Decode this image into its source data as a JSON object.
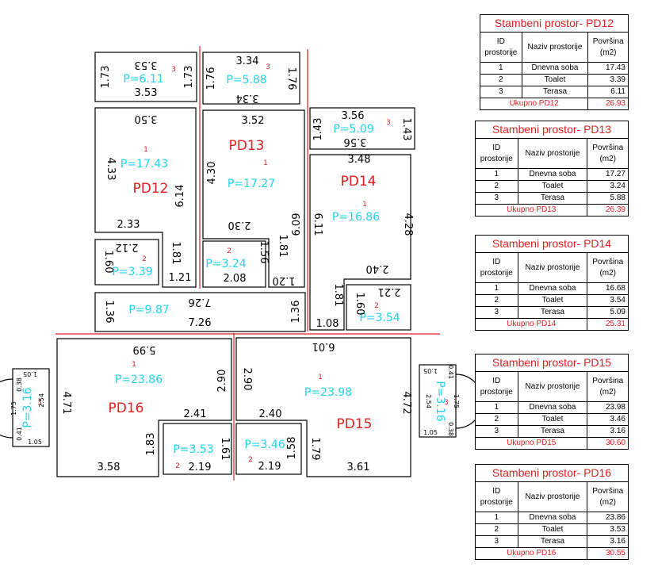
{
  "tables": [
    {
      "title": "Stambeni prostor- PD12",
      "headers": [
        "ID prostorije",
        "Naziv prostorije",
        "Površina (m2)"
      ],
      "rows": [
        [
          "1",
          "Dnevna soba",
          "17.43"
        ],
        [
          "2",
          "Toalet",
          "3.39"
        ],
        [
          "3",
          "Terasa",
          "6.11"
        ]
      ],
      "total_label": "Ukupno PD12",
      "total_value": "26.93"
    },
    {
      "title": "Stambeni prostor- PD13",
      "headers": [
        "ID prostorije",
        "Naziv prostorije",
        "Površina (m2)"
      ],
      "rows": [
        [
          "1",
          "Dnevna soba",
          "17.27"
        ],
        [
          "2",
          "Toalet",
          "3.24"
        ],
        [
          "3",
          "Terasa",
          "5.88"
        ]
      ],
      "total_label": "Ukupno PD13",
      "total_value": "26.39"
    },
    {
      "title": "Stambeni prostor- PD14",
      "headers": [
        "ID prostorije",
        "Naziv prostorije",
        "Površina (m2)"
      ],
      "rows": [
        [
          "1",
          "Dnevna soba",
          "16.68"
        ],
        [
          "2",
          "Toalet",
          "3.54"
        ],
        [
          "3",
          "Terasa",
          "5.09"
        ]
      ],
      "total_label": "Ukupno PD14",
      "total_value": "25.31"
    },
    {
      "title": "Stambeni prostor- PD15",
      "headers": [
        "ID prostorije",
        "Naziv prostorije",
        "Površina (m2)"
      ],
      "rows": [
        [
          "1",
          "Dnevna soba",
          "23.98"
        ],
        [
          "2",
          "Toalet",
          "3.46"
        ],
        [
          "3",
          "Terasa",
          "3.16"
        ]
      ],
      "total_label": "Ukupno PD15",
      "total_value": "30.60"
    },
    {
      "title": "Stambeni prostor- PD16",
      "headers": [
        "ID prostorije",
        "Naziv prostorije",
        "Površina (m2)"
      ],
      "rows": [
        [
          "1",
          "Dnevna soba",
          "23.86"
        ],
        [
          "2",
          "Toalet",
          "3.53"
        ],
        [
          "3",
          "Terasa",
          "3.16"
        ]
      ],
      "total_label": "Ukupno PD16",
      "total_value": "30.55"
    }
  ],
  "plan": {
    "units": {
      "pd12": "PD12",
      "pd13": "PD13",
      "pd14": "PD14",
      "pd15": "PD15",
      "pd16": "PD16"
    },
    "areas": {
      "pd12_living": "P=17.43",
      "pd12_toilet": "P=3.39",
      "pd12_terrace": "P=6.11",
      "pd13_living": "P=17.27",
      "pd13_toilet": "P=3.24",
      "pd13_terrace": "P=5.88",
      "pd14_living": "P=16.86",
      "pd14_toilet": "P=3.54",
      "pd14_terrace": "P=5.09",
      "pd15_living": "P=23.98",
      "pd15_toilet": "P=3.46",
      "pd15_terrace": "P=3.16",
      "pd16_living": "P=23.86",
      "pd16_toilet": "P=3.53",
      "pd16_terrace": "P=3.16",
      "corridor": "P=9.87"
    },
    "room_ids": {
      "living": "1",
      "toilet": "2",
      "terrace": "3"
    },
    "dims": {
      "pd12_ter_top": "3.53",
      "pd12_ter_bottom": "3.53",
      "pd12_ter_left": "1.73",
      "pd12_ter_right": "1.73",
      "pd13_ter_top": "3.34",
      "pd13_ter_bottom": "3.34",
      "pd13_ter_left": "1.76",
      "pd13_ter_right": "1.76",
      "pd14_ter_top": "3.56",
      "pd14_ter_bottom": "3.56",
      "pd14_ter_left": "1.43",
      "pd14_ter_right": "1.43",
      "pd12_top": "3.50",
      "pd12_left": "4.33",
      "pd12_right": "6.14",
      "pd12_bottom": "2.33",
      "pd12_wc_top": "2.12",
      "pd12_wc_left": "1.60",
      "pd12_wc_right": "1.81",
      "pd12_wc_bottom": "1.21",
      "pd13_top": "3.52",
      "pd13_left": "4.30",
      "pd13_bottom": "2.30",
      "pd13_right": "6.09",
      "pd13_wc_right": "1.56",
      "pd13_wc_bottom": "2.08",
      "pd13_r2": "1.81",
      "pd13_r3": "1.20",
      "pd14_top": "3.48",
      "pd14_left": "6.11",
      "pd14_right": "4.28",
      "pd14_bottom": "2.40",
      "pd14_wc_top": "2.21",
      "pd14_wc_left": "1.60",
      "pd14_wc_lower_left": "1.81",
      "pd14_wc_bottom": "1.08",
      "corr_top": "7.26",
      "corr_bottom": "7.26",
      "corr_left": "1.36",
      "corr_right": "1.36",
      "pd16_top": "5.99",
      "pd16_left": "4.71",
      "pd16_right": "2.90",
      "pd16_mid": "2.41",
      "pd16_wc_left": "1.83",
      "pd16_bottom": "3.58",
      "pd16_wc_bottom": "2.19",
      "pd16_wc_right": "1.61",
      "pd15_top": "6.01",
      "pd15_left": "2.90",
      "pd15_right": "4.72",
      "pd15_mid": "2.40",
      "pd15_wc_right": "1.58",
      "pd15_wc_bottom": "2.19",
      "pd15_r2": "1.79",
      "pd15_bottom": "3.61",
      "pd16_ter_a": "1.05",
      "pd16_ter_b": "0.38",
      "pd16_ter_c": "2.54",
      "pd16_ter_d": "1.75",
      "pd16_ter_e": "0.41",
      "pd16_ter_f": "1.05",
      "pd15_ter_a": "1.05",
      "pd15_ter_b": "0.41",
      "pd15_ter_c": "2.54",
      "pd15_ter_d": "1.75",
      "pd15_ter_e": "0.38",
      "pd15_ter_f": "1.05"
    }
  },
  "colors": {
    "ink": "#000000",
    "unit": "#e02020",
    "area": "#22d3ee",
    "id": "#e02020",
    "axis": "#e02020"
  }
}
